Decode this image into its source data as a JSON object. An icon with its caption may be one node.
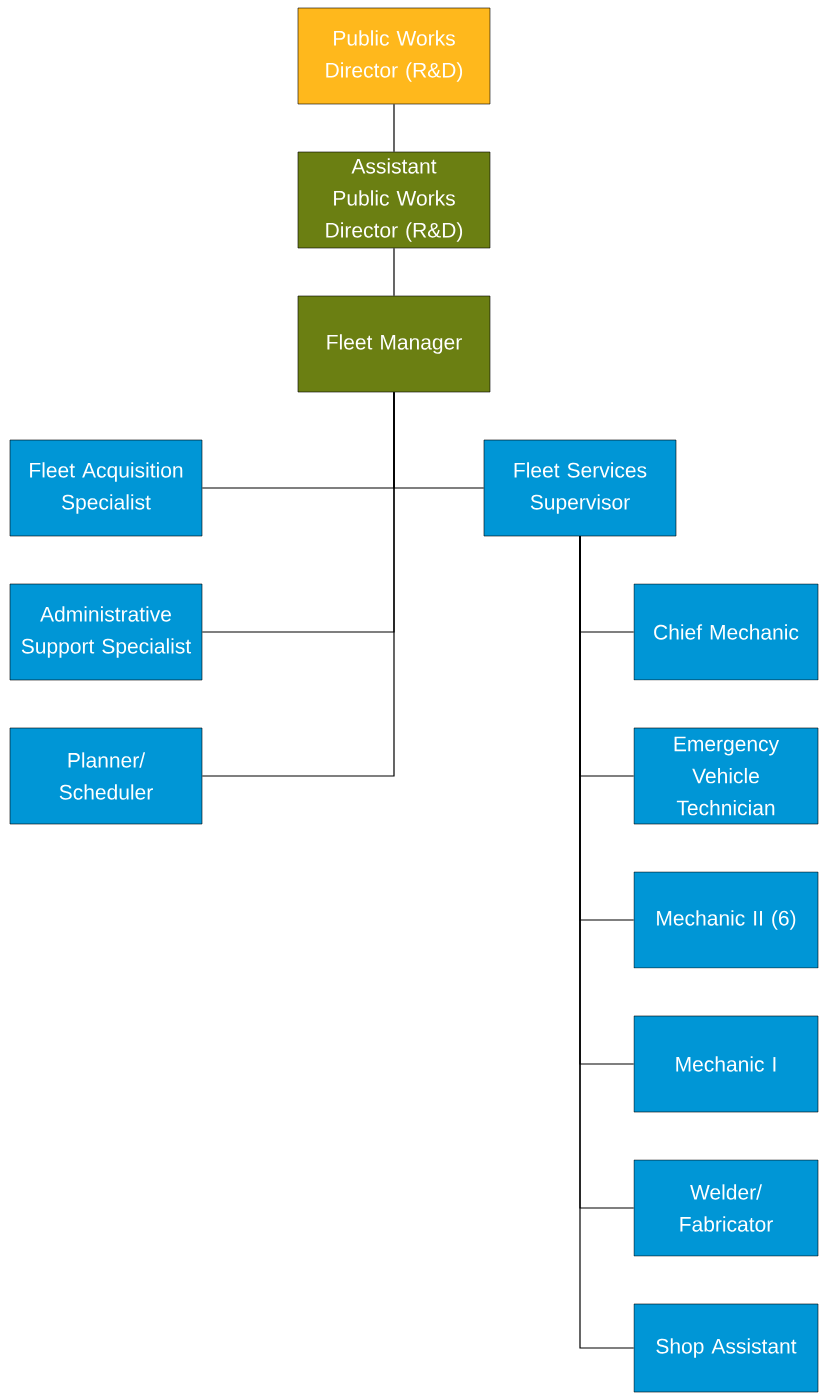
{
  "diagram": {
    "nodes": [
      {
        "text": [
          "Public Works Director (R&D)"
        ]
      },
      {
        "text": [
          "Assistant Public Works Director (R&D)"
        ]
      },
      {
        "text": [
          "Fleet Manager"
        ]
      },
      {
        "text": [
          "Fleet Acquisition Specialist"
        ]
      },
      {
        "text": [
          "Fleet Services Supervisor"
        ]
      },
      {
        "text": [
          "Administrative Support Specialist"
        ]
      },
      {
        "text": [
          "Planner/ Scheduler"
        ]
      },
      {
        "text": [
          "Chief Mechanic"
        ]
      },
      {
        "text": [
          "Emergency Vehicle Technician"
        ]
      },
      {
        "text": [
          "Mechanic II (6)"
        ]
      },
      {
        "text": [
          "Mechanic I"
        ]
      },
      {
        "text": [
          "Welder/ Fabricator"
        ]
      },
      {
        "text": [
          "Shop Assistant"
        ]
      }
    ],
    "edges": [
      {
        "from": 0,
        "to": 1,
        "arrow": "none"
      },
      {
        "from": 1,
        "to": 2,
        "arrow": "none"
      },
      {
        "from": 2,
        "to": 3,
        "arrow": "none"
      },
      {
        "from": 2,
        "to": 4,
        "arrow": "none"
      },
      {
        "from": 2,
        "to": 5,
        "arrow": "none"
      },
      {
        "from": 2,
        "to": 6,
        "arrow": "none"
      },
      {
        "from": 4,
        "to": 7,
        "arrow": "none"
      },
      {
        "from": 4,
        "to": 8,
        "arrow": "none"
      },
      {
        "from": 4,
        "to": 9,
        "arrow": "none"
      },
      {
        "from": 4,
        "to": 10,
        "arrow": "none"
      },
      {
        "from": 4,
        "to": 11,
        "arrow": "none"
      },
      {
        "from": 4,
        "to": 12,
        "arrow": "none"
      }
    ]
  }
}
